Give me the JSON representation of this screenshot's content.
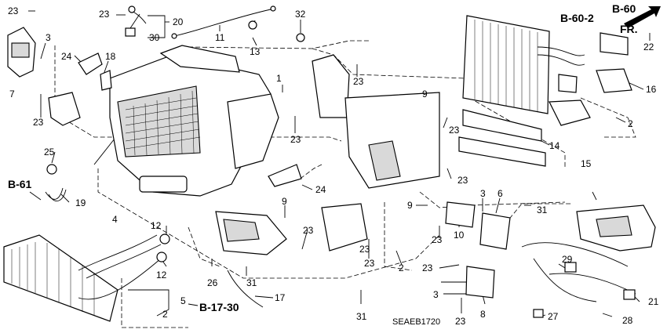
{
  "diagram": {
    "code": "SEAEB1720",
    "refs": {
      "b60_2": "B-60-2",
      "b60": "B-60",
      "fr": "FR.",
      "b61": "B-61",
      "b17_30": "B-17-30"
    },
    "labels": [
      {
        "id": "n23a",
        "text": "23"
      },
      {
        "id": "n3a",
        "text": "3"
      },
      {
        "id": "n7",
        "text": "7"
      },
      {
        "id": "n23b",
        "text": "23"
      },
      {
        "id": "n20",
        "text": "20"
      },
      {
        "id": "n30",
        "text": "30"
      },
      {
        "id": "n11",
        "text": "11"
      },
      {
        "id": "n32",
        "text": "32"
      },
      {
        "id": "n13",
        "text": "13"
      },
      {
        "id": "n24a",
        "text": "24"
      },
      {
        "id": "n18",
        "text": "18"
      },
      {
        "id": "n23c",
        "text": "23"
      },
      {
        "id": "n25",
        "text": "25"
      },
      {
        "id": "n19",
        "text": "19"
      },
      {
        "id": "n4",
        "text": "4"
      },
      {
        "id": "n1",
        "text": "1"
      },
      {
        "id": "n23d",
        "text": "23"
      },
      {
        "id": "n23e",
        "text": "23"
      },
      {
        "id": "n24b",
        "text": "24"
      },
      {
        "id": "n9a",
        "text": "9"
      },
      {
        "id": "n9b",
        "text": "9"
      },
      {
        "id": "n9c",
        "text": "9"
      },
      {
        "id": "n23f",
        "text": "23"
      },
      {
        "id": "n23g",
        "text": "23"
      },
      {
        "id": "n23h",
        "text": "23"
      },
      {
        "id": "n23i",
        "text": "23"
      },
      {
        "id": "n2a",
        "text": "2"
      },
      {
        "id": "n3b",
        "text": "3"
      },
      {
        "id": "n6",
        "text": "6"
      },
      {
        "id": "n10",
        "text": "10"
      },
      {
        "id": "n23j",
        "text": "23"
      },
      {
        "id": "n31a",
        "text": "31"
      },
      {
        "id": "n23k",
        "text": "23"
      },
      {
        "id": "n3c",
        "text": "3"
      },
      {
        "id": "n31b",
        "text": "31"
      },
      {
        "id": "n8",
        "text": "8"
      },
      {
        "id": "n23l",
        "text": "23"
      },
      {
        "id": "n22",
        "text": "22"
      },
      {
        "id": "n16",
        "text": "16"
      },
      {
        "id": "n2b",
        "text": "2"
      },
      {
        "id": "n14",
        "text": "14"
      },
      {
        "id": "n15",
        "text": "15"
      },
      {
        "id": "n12a",
        "text": "12"
      },
      {
        "id": "n12b",
        "text": "12"
      },
      {
        "id": "n5",
        "text": "5"
      },
      {
        "id": "n2c",
        "text": "2"
      },
      {
        "id": "n26",
        "text": "26"
      },
      {
        "id": "n31c",
        "text": "31"
      },
      {
        "id": "n17",
        "text": "17"
      },
      {
        "id": "n29",
        "text": "29"
      },
      {
        "id": "n21",
        "text": "21"
      },
      {
        "id": "n27",
        "text": "27"
      },
      {
        "id": "n28",
        "text": "28"
      },
      {
        "id": "n23m",
        "text": "23"
      }
    ]
  }
}
